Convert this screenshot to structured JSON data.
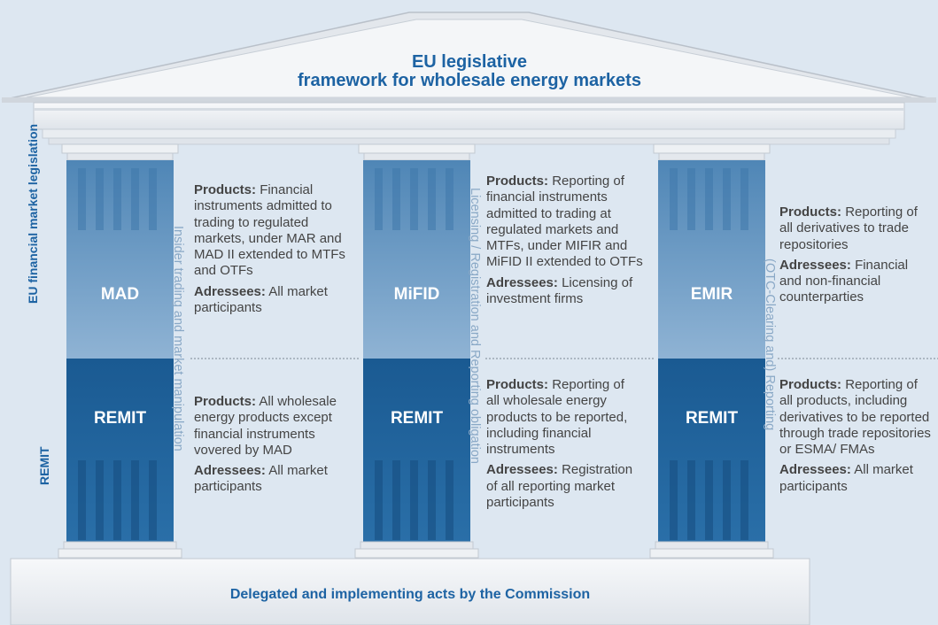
{
  "header": {
    "title_line1": "EU legislative",
    "title_line2": "framework for wholesale energy markets"
  },
  "side_labels": {
    "top": "EU financial market legislation",
    "bottom": "REMIT"
  },
  "pillars": [
    {
      "top_label": "MAD",
      "bottom_label": "REMIT"
    },
    {
      "top_label": "MiFID",
      "bottom_label": "REMIT"
    },
    {
      "top_label": "EMIR",
      "bottom_label": "REMIT"
    }
  ],
  "vertical_captions": [
    "Insider trading and market manipulation",
    "Licensing / Registration and Reporting obligation",
    "(OTC-Clearing and) Reporting"
  ],
  "descriptions": {
    "mad_top": {
      "products_label": "Products:",
      "products_text": "Financial instruments admitted to trading to regulated markets, under MAR and MAD II extended to MTFs and OTFs",
      "adressees_label": "Adressees:",
      "adressees_text": "All market participants"
    },
    "mad_bottom": {
      "products_label": "Products:",
      "products_text": "All wholesale energy products except financial instruments vovered by MAD",
      "adressees_label": "Adressees:",
      "adressees_text": "All market participants"
    },
    "mifid_top": {
      "products_label": "Products:",
      "products_text": "Reporting of financial instruments admitted to trading at regulated markets and MTFs, under MIFIR and MiFID II extended to OTFs",
      "adressees_label": "Adressees:",
      "adressees_text": "Licensing of investment firms"
    },
    "mifid_bottom": {
      "products_label": "Products:",
      "products_text": "Reporting of all wholesale energy products to be reported, including financial instruments",
      "adressees_label": "Adressees:",
      "adressees_text": "Registration of all reporting market participants"
    },
    "emir_top": {
      "products_label": "Products:",
      "products_text": "Reporting of all derivatives to trade repositories",
      "adressees_label": "Adressees:",
      "adressees_text": "Financial and non-financial counterparties"
    },
    "emir_bottom": {
      "products_label": "Products:",
      "products_text": "Reporting of all products, including derivatives to be reported through trade repositories or ESMA/ FMAs",
      "adressees_label": "Adressees:",
      "adressees_text": "All market participants"
    }
  },
  "base": {
    "label": "Delegated and implementing acts by the Commission"
  },
  "colors": {
    "background": "#dde7f1",
    "accent_blue": "#1d63a3",
    "pillar_top": "#6d9dc4",
    "pillar_bottom": "#1e5c93",
    "stone": "#eef1f4"
  }
}
